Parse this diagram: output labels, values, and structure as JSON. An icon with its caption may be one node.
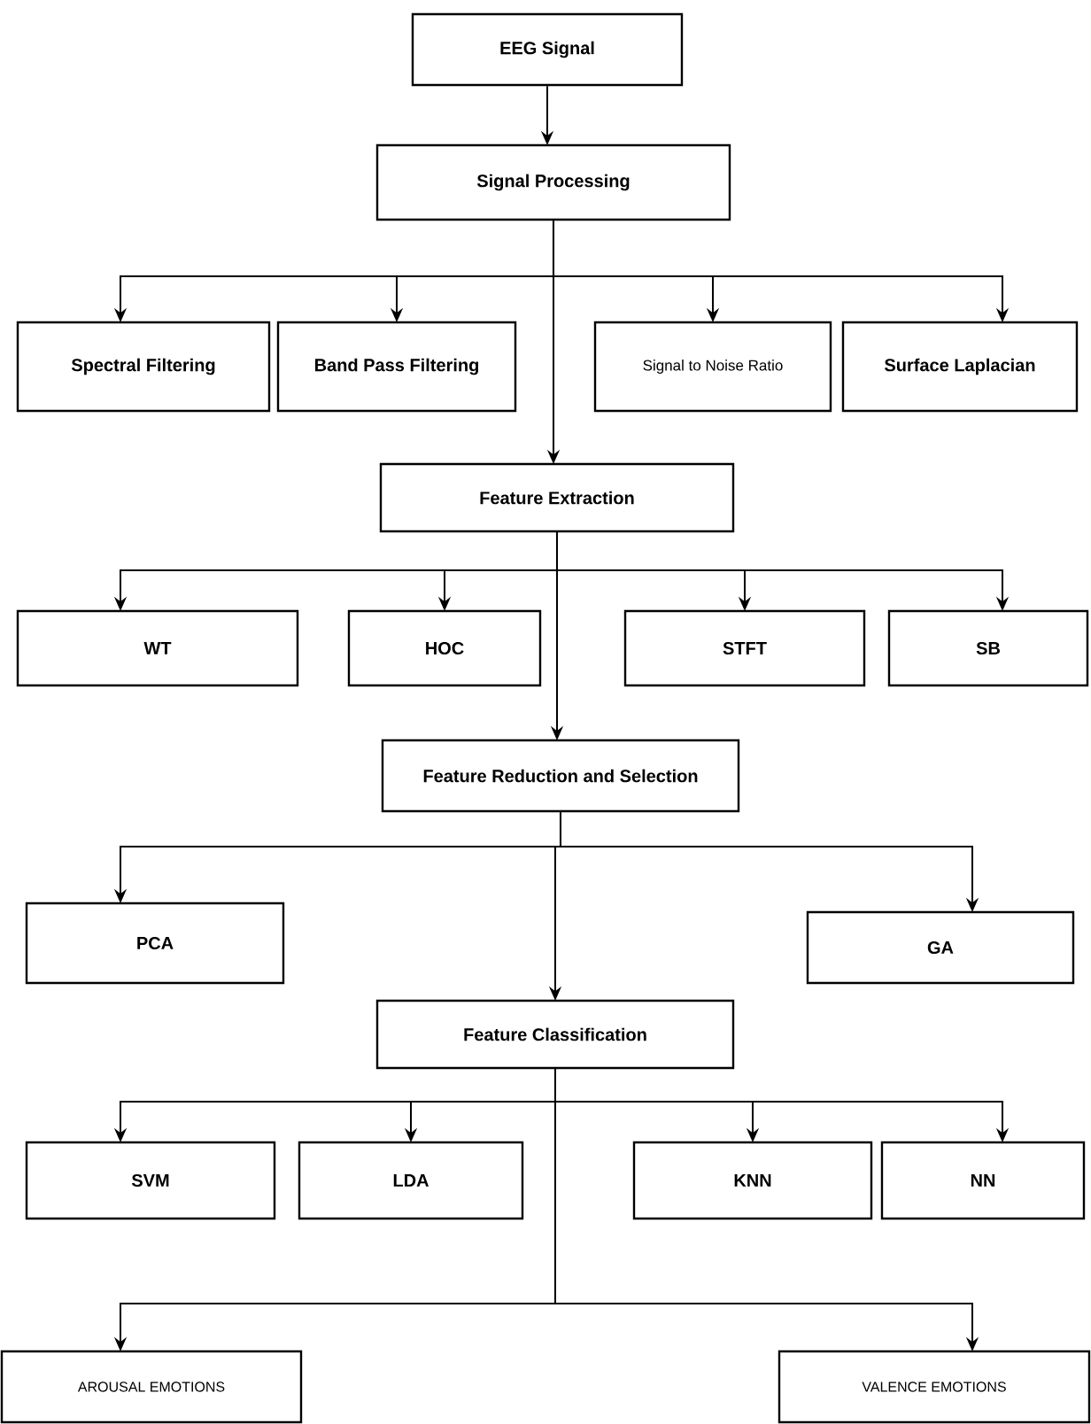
{
  "diagram": {
    "nodes": [
      {
        "text": [
          "EEG Signal"
        ]
      },
      {
        "text": [
          "Signal Processing"
        ]
      },
      {
        "text": [
          "Spectral Filtering"
        ]
      },
      {
        "text": [
          "Band Pass Filtering"
        ]
      },
      {
        "text": [
          "Signal to Noise Ratio"
        ]
      },
      {
        "text": [
          "Surface Laplacian"
        ]
      },
      {
        "text": [
          "Feature Extraction"
        ]
      },
      {
        "text": [
          "WT"
        ]
      },
      {
        "text": [
          "HOC"
        ]
      },
      {
        "text": [
          "STFT"
        ]
      },
      {
        "text": [
          "SB"
        ]
      },
      {
        "text": [
          "Feature Reduction and Selection"
        ]
      },
      {
        "text": [
          "PCA"
        ]
      },
      {
        "text": [
          "GA"
        ]
      },
      {
        "text": [
          "Feature Classification"
        ]
      },
      {
        "text": [
          "SVM"
        ]
      },
      {
        "text": [
          "LDA"
        ]
      },
      {
        "text": [
          "KNN"
        ]
      },
      {
        "text": [
          "NN"
        ]
      },
      {
        "text": [
          "AROUSAL EMOTIONS"
        ]
      },
      {
        "text": [
          "VALENCE EMOTIONS"
        ]
      }
    ],
    "edges": [
      {
        "from": 0,
        "to": 1,
        "arrow": "to"
      },
      {
        "from": 1,
        "to": 2,
        "arrow": "to"
      },
      {
        "from": 1,
        "to": 3,
        "arrow": "to"
      },
      {
        "from": 1,
        "to": 4,
        "arrow": "to"
      },
      {
        "from": 1,
        "to": 5,
        "arrow": "to"
      },
      {
        "from": 1,
        "to": 6,
        "arrow": "to"
      },
      {
        "from": 6,
        "to": 7,
        "arrow": "to"
      },
      {
        "from": 6,
        "to": 8,
        "arrow": "to"
      },
      {
        "from": 6,
        "to": 9,
        "arrow": "to"
      },
      {
        "from": 6,
        "to": 10,
        "arrow": "to"
      },
      {
        "from": 6,
        "to": 11,
        "arrow": "to"
      },
      {
        "from": 11,
        "to": 12,
        "arrow": "to"
      },
      {
        "from": 11,
        "to": 13,
        "arrow": "to"
      },
      {
        "from": 11,
        "to": 14,
        "arrow": "to"
      },
      {
        "from": 14,
        "to": 15,
        "arrow": "to"
      },
      {
        "from": 14,
        "to": 16,
        "arrow": "to"
      },
      {
        "from": 14,
        "to": 17,
        "arrow": "to"
      },
      {
        "from": 14,
        "to": 18,
        "arrow": "to"
      },
      {
        "from": 14,
        "to": 19,
        "arrow": "to"
      },
      {
        "from": 14,
        "to": 20,
        "arrow": "to"
      }
    ]
  }
}
